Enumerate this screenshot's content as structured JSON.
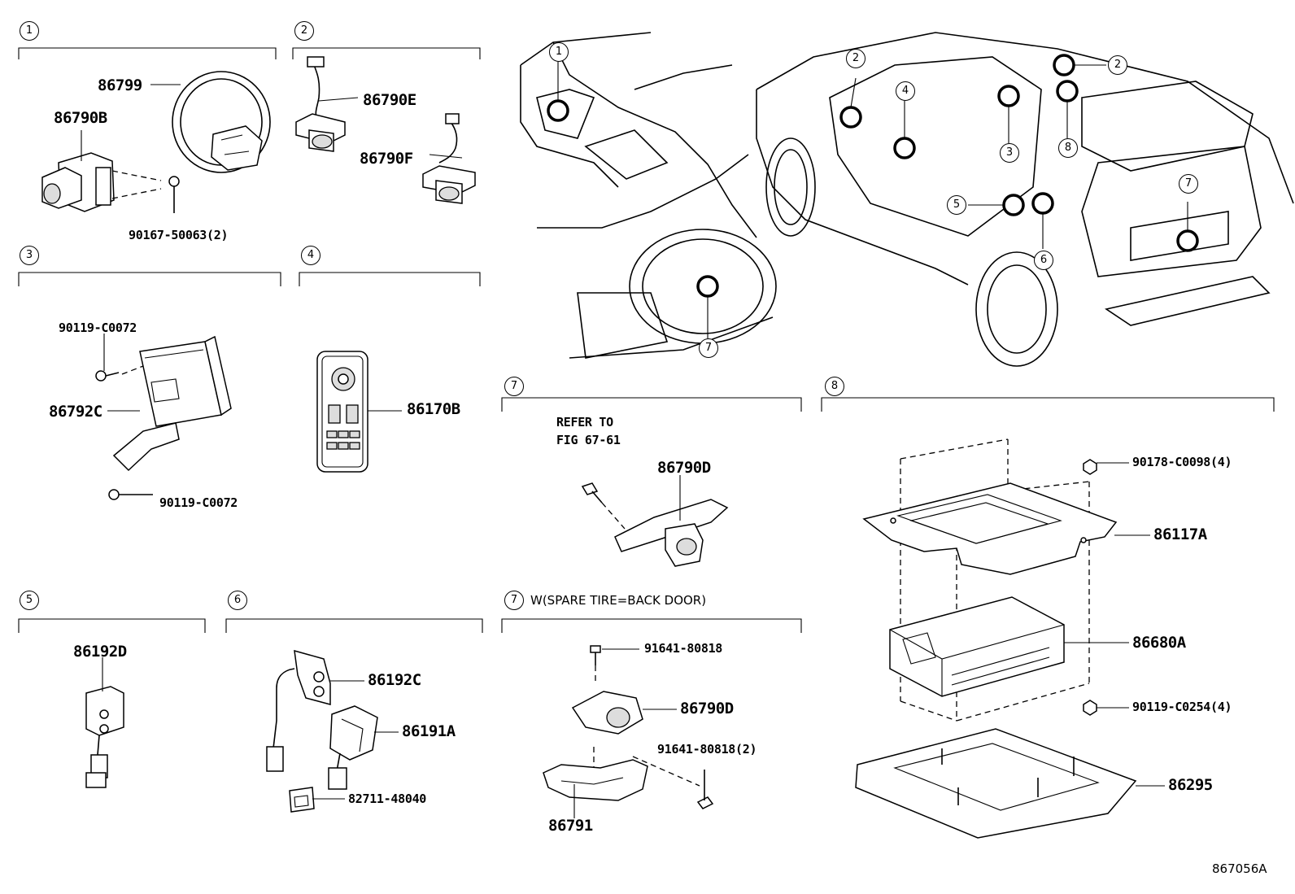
{
  "sections": [
    {
      "num": "1",
      "parts": [
        "86799",
        "86790B",
        "90167-50063(2)"
      ]
    },
    {
      "num": "2",
      "parts": [
        "86790E",
        "86790F"
      ]
    },
    {
      "num": "3",
      "parts": [
        "90119-C0072",
        "86792C",
        "90119-C0072"
      ]
    },
    {
      "num": "4",
      "parts": [
        "86170B"
      ]
    },
    {
      "num": "5",
      "parts": [
        "86192D"
      ]
    },
    {
      "num": "6",
      "parts": [
        "86192C",
        "86191A",
        "82711-48040"
      ]
    },
    {
      "num": "7",
      "note_lines": [
        "REFER TO",
        "FIG 67-61"
      ],
      "parts": [
        "86790D"
      ]
    },
    {
      "num": "7",
      "condition": "W(SPARE TIRE=BACK DOOR)",
      "parts": [
        "91641-80818",
        "86790D",
        "91641-80818(2)",
        "86791"
      ]
    },
    {
      "num": "8",
      "parts": [
        "90178-C0098(4)",
        "86117A",
        "86680A",
        "90119-C0254(4)",
        "86295"
      ]
    }
  ],
  "vehicle_callouts": {
    "front_view": [
      "1",
      "7"
    ],
    "rear_view": [
      "2",
      "4",
      "3",
      "8",
      "2",
      "5",
      "6",
      "7"
    ]
  },
  "figure_id": "867056A",
  "icons": [
    "camera-assembly-icon",
    "wire-harness-icon",
    "camera-with-bracket-icon",
    "screw-icon",
    "control-module-icon",
    "remote-control-icon",
    "switch-connector-icon",
    "jack-icon",
    "clip-icon",
    "camera-bracket-icon",
    "bolt-icon",
    "mounting-plate-icon",
    "dvd-player-icon",
    "ceiling-bezel-icon",
    "nut-icon",
    "vehicle-front-icon",
    "vehicle-rear-icon"
  ]
}
